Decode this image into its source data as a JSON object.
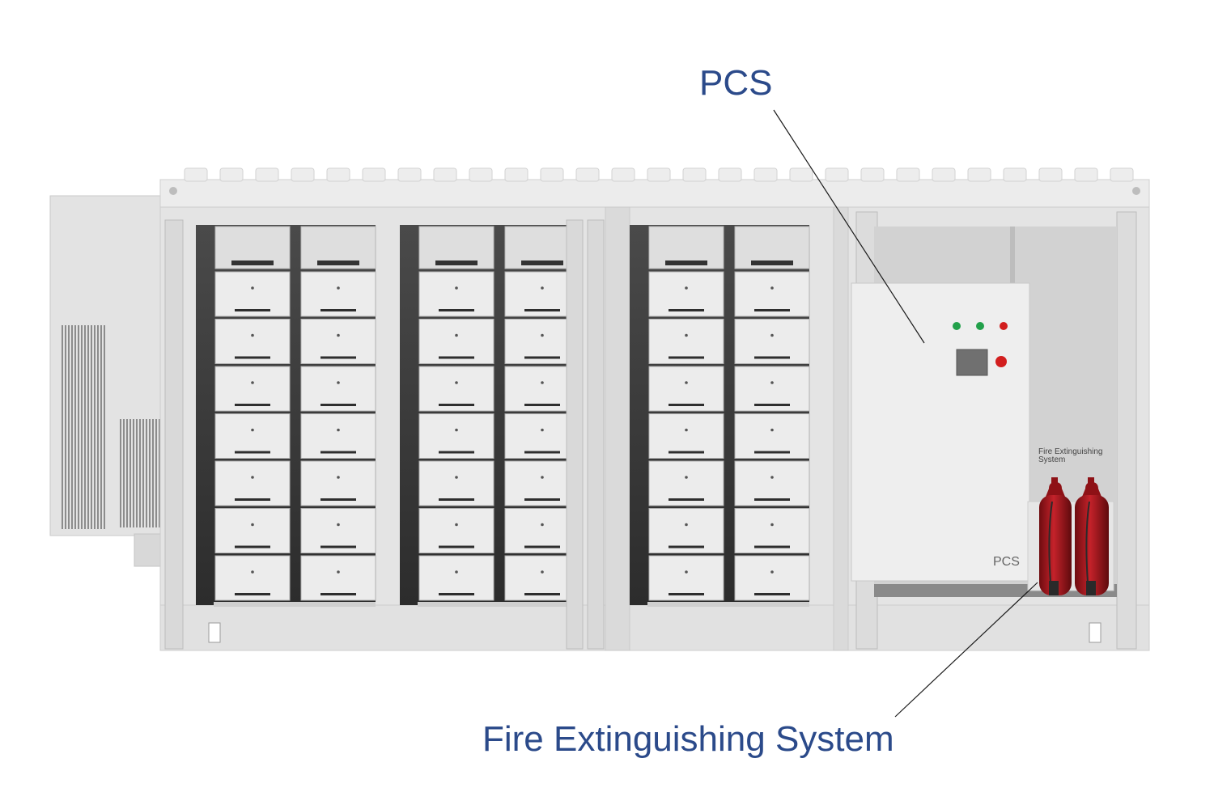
{
  "callouts": {
    "pcs": "PCS",
    "fire": "Fire Extinguishing System"
  },
  "equipment": {
    "pcs_plate": "PCS",
    "fire_tag_line1": "Fire Extinguishing",
    "fire_tag_line2": "System",
    "battery_racks": 3,
    "modules_per_column": 7,
    "extinguishers": 2
  },
  "colors": {
    "callout_text": "#2b4a8a",
    "container": "#e6e6e6",
    "extinguisher": "#a3161c",
    "indicator_green": "#22a04a",
    "indicator_red": "#d21e1e"
  }
}
